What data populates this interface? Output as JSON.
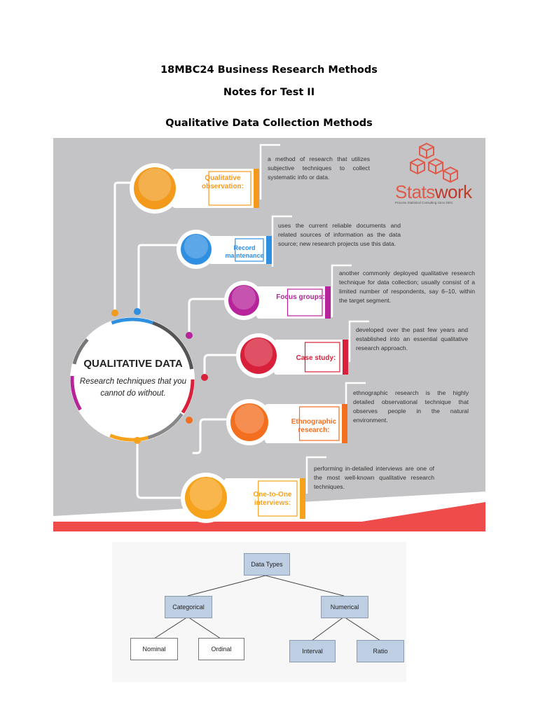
{
  "header": {
    "course": "18MBC24 Business Research Methods",
    "notes": "Notes for Test II",
    "section": "Qualitative Data Collection Methods"
  },
  "infographic": {
    "center_title": "QUALITATIVE DATA",
    "center_subtitle": "Research techniques that you cannot do without.",
    "logo": {
      "name_part1": "Stats",
      "name_part2": "work",
      "tagline": "Process Statistical Consulting since 2001"
    },
    "methods": [
      {
        "label": "Qualitative observation:",
        "description": "a method of research that utilizes subjective techniques to collect systematic info or data.",
        "color": "#f39a1d"
      },
      {
        "label": "Record maintenance",
        "description": "uses the current reliable documents and related sources of information as the data source; new research projects use this data.",
        "color": "#2f8fe0"
      },
      {
        "label": "Focus groups:",
        "description": "another commonly deployed qualitative research technique for data collection; usually consist of a limited number of respondents, say 6–10, within the target segment.",
        "color": "#b7239a"
      },
      {
        "label": "Case study:",
        "description": "developed over the past few years and established into an essential qualitative research approach.",
        "color": "#d8203a"
      },
      {
        "label": "Ethnographic research:",
        "description": "ethnographic research is the highly detailed observational technique that observes people in the natural environment.",
        "color": "#f36f1f"
      },
      {
        "label": "One-to-One interviews:",
        "description": "performing in-detailed interviews are one of the most well-known qualitative research techniques.",
        "color": "#f7a21b"
      }
    ]
  },
  "data_types_tree": {
    "root": "Data Types",
    "categorical": "Categorical",
    "numerical": "Numerical",
    "nominal": "Nominal",
    "ordinal": "Ordinal",
    "interval": "Interval",
    "ratio": "Ratio"
  }
}
